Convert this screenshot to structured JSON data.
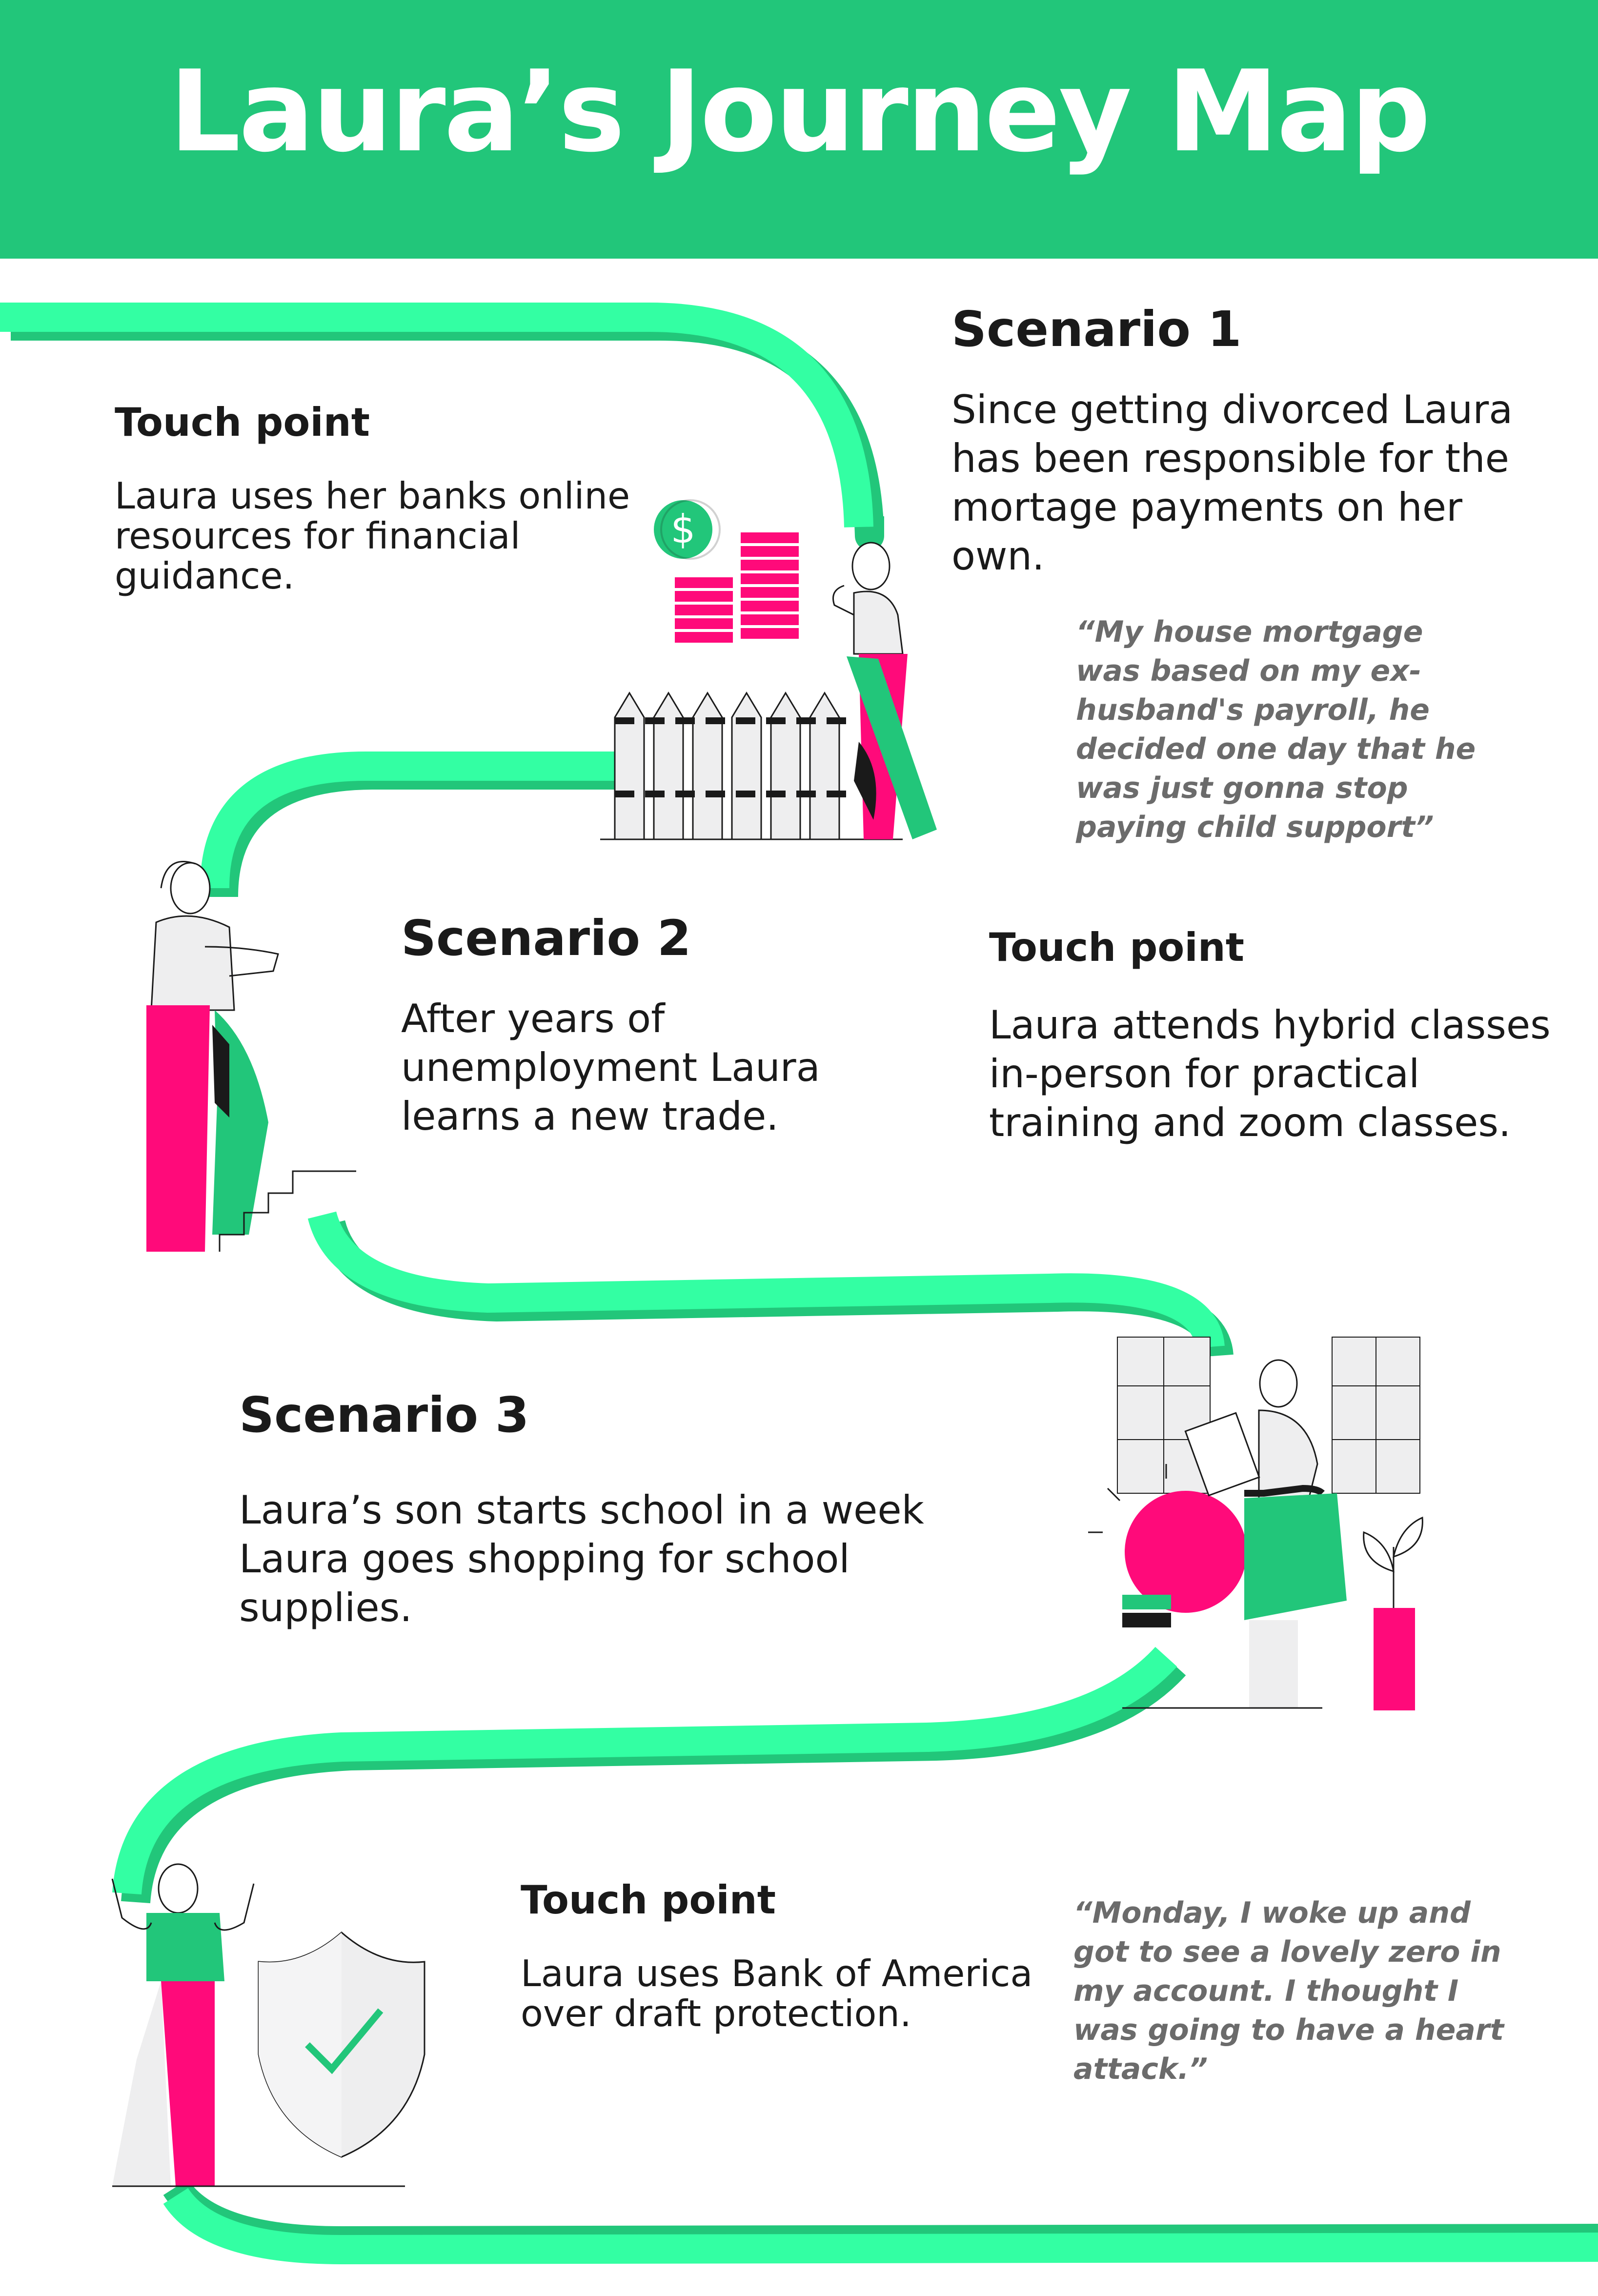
{
  "title": "Laura’s Journey Map",
  "colors": {
    "header_green": "#22c67a",
    "path_light": "#33ffa3",
    "path_dark": "#22c67a",
    "accent_pink": "#ff0a7a",
    "neutral_gray": "#eeeeef"
  },
  "scenario1": {
    "heading": "Scenario 1",
    "text": "Since getting divorced Laura has been responsible for the mortage payments on her own.",
    "quote": "“My house mortgage was based on my ex-husband's payroll, he decided one day that he was just gonna stop paying child support”"
  },
  "touchpoint1": {
    "heading": "Touch point",
    "text": "Laura uses her banks online resources for financial guidance."
  },
  "scenario2": {
    "heading": "Scenario 2",
    "text": "After years of unemployment Laura learns a new trade."
  },
  "touchpoint2": {
    "heading": "Touch point",
    "text": "Laura attends hybrid classes in-person for practical training and zoom classes."
  },
  "scenario3": {
    "heading": "Scenario 3",
    "text": "Laura’s son starts school in a week Laura goes shopping for school supplies."
  },
  "touchpoint3": {
    "heading": "Touch point",
    "text": "Laura uses Bank of America over draft protection.",
    "quote": "“Monday, I woke up and got to see a lovely zero in my account. I thought I was going to have a heart attack.”"
  },
  "icons": {
    "dollar_coin": "dollar-coin-icon",
    "checkmark": "checkmark-icon"
  }
}
